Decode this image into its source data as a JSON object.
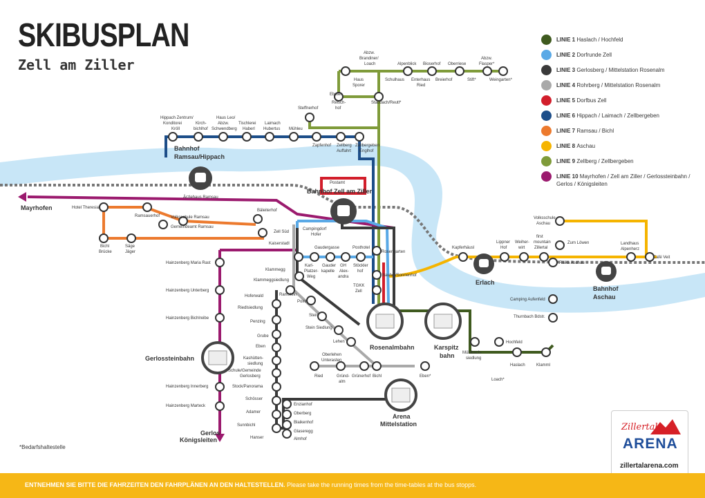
{
  "header": {
    "title": "SKIBUSPLAN",
    "subtitle": "Zell am Ziller"
  },
  "legend": [
    {
      "number": "LINIE 1",
      "desc": "Haslach / Hochfeld",
      "color": "#3f5a1f"
    },
    {
      "number": "LINIE 2",
      "desc": "Dorfrunde Zell",
      "color": "#5aa9e6"
    },
    {
      "number": "LINIE 3",
      "desc": "Gerlosberg / Mittelstation Rosenalm",
      "color": "#3a3a3a"
    },
    {
      "number": "LINIE 4",
      "desc": "Rohrberg / Mittelstation Rosenalm",
      "color": "#a9a9a9"
    },
    {
      "number": "LINIE 5",
      "desc": "Dorfbus Zell",
      "color": "#d21e2b"
    },
    {
      "number": "LINIE 6",
      "desc": "Hippach / Laimach / Zellbergeben",
      "color": "#1d4e89"
    },
    {
      "number": "LINIE 7",
      "desc": "Ramsau / Bichl",
      "color": "#ec7a2e"
    },
    {
      "number": "LINIE 8",
      "desc": "Aschau",
      "color": "#f5b400"
    },
    {
      "number": "LINIE 9",
      "desc": "Zellberg / Zellbergeben",
      "color": "#7f9b3a"
    },
    {
      "number": "LINIE 10",
      "desc": "Mayrhofen / Zell am Ziller / Gerlossteinbahn / Gerlos / Königsleiten",
      "color": "#9b1a6e"
    }
  ],
  "hubs": {
    "ramsau": "Bahnhof Ramsau/Hippach",
    "zell": "Bahnhof Zell am Ziller",
    "erlach": "Erlach",
    "aschau": "Bahnhof Aschau",
    "rosenalm": "Rosenalmbahn",
    "karspitz": "Karspitz bahn",
    "gerlossteinbahn": "Gerlossteinbahn",
    "mittelstation": "Arena Mittelstation",
    "gerlos": "Gerlos Königsleiten",
    "mayrhofen": "Mayrhofen"
  },
  "stops": {
    "zellberg": [
      "Abzw. Brandiner/ Loach",
      "Alpenblick",
      "Bioserhof",
      "Oberriese",
      "Abzw. Flasper*",
      "Haus Sporer",
      "Schulhaus",
      "Enterhaus Ried",
      "Breierhof",
      "Stift*",
      "Weingarten*",
      "Ebster",
      "Reisch- hof",
      "Staudach/Reutl*",
      "Steffnerhof"
    ],
    "hippach": [
      "Hippach Zentrum/ Konditorei Kröll",
      "Kirch- bichlhof",
      "Haus Leo/ Abzw. Schwendberg",
      "Tischlerei Haberl",
      "Laimach Hubertus",
      "Mühleu",
      "Zapfenhof",
      "Zellberg Auffahrt",
      "Zellbergeben Englhof"
    ],
    "west": [
      "Postamt",
      "Ärzlehaus Ramsau",
      "Hotel Theresia",
      "Ramsauerhof",
      "Volksschule Ramsau",
      "Bäleiterhof",
      "Gemeindeamt Ramsau",
      "Zell Süd",
      "Campingdorf Hofer",
      "Bichl Brücke",
      "Säge Jäger",
      "Kaiserstadl",
      "Gaudergasse",
      "Posthotel",
      "Rosengarten"
    ],
    "middle": [
      "Karl- Platzer- Weg",
      "Gauder kapelle",
      "GH Alex- andra",
      "Stöckler hof",
      "Bauhof/Sonnenhof",
      "TGKK Zell",
      "Klammegg",
      "Klammeggsiedlung",
      "Hoferwald",
      "Ramstein",
      "Point",
      "Riedlsiedlung",
      "Stein",
      "Penzing",
      "Stein Siedlung",
      "Grube",
      "Lehen",
      "Eben",
      "Oberlehen",
      "Unterasten",
      "Kashütten- siedlung",
      "Schule/Gemeinde Gerlosberg",
      "Ried",
      "Gründ- alm",
      "Grünerhof",
      "Bichl",
      "Eben*",
      "Stock/Panorama",
      "Schösser",
      "Adamer",
      "Sunnbichl",
      "Hanser",
      "Enzianhof",
      "Oberberg",
      "Blaikenhof",
      "Glaseregg",
      "Almhof"
    ],
    "rohrberg": [
      "Hainzenberg Maria Rast",
      "Hainzenberg Unterberg",
      "Hainzenberg Bichlreibe",
      "Hainzenberg Innerberg",
      "Hainzenberg Marteck"
    ],
    "east": [
      "Volksschule Aschau",
      "Kapferhäusl",
      "Lippner Hof",
      "Weiher- wirt",
      "first mountain Zillertal",
      "Zum Löwen",
      "Landhaus Alpenherz",
      "Café Veit",
      "Raika Aschau",
      "Camping Aufenfeld",
      "Thurnbach Bdstr.",
      "Hochfeld",
      "Mühlbach- siedlung",
      "Haslach",
      "Klamml",
      "Loach*"
    ]
  },
  "footnote": "*Bedarfshaltestelle",
  "footer": {
    "bold": "ENTNEHMEN SIE BITTE DIE FAHRZEITEN DEN FAHRPLÄNEN AN DEN HALTESTELLEN.",
    "normal": "Please take the running times from the time-tables at the bus stopps."
  },
  "logo": {
    "script": "Zillertal",
    "arena": "ARENA",
    "url": "zillertalarena.com"
  }
}
